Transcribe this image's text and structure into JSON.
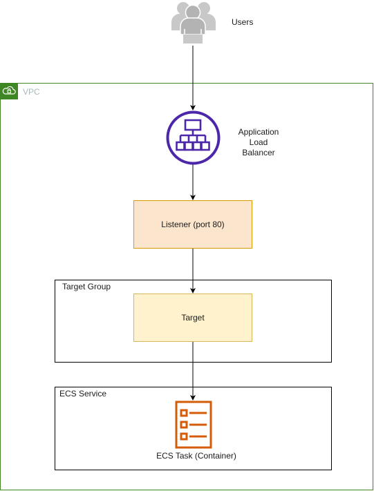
{
  "users": {
    "label": "Users",
    "icon": "users-icon"
  },
  "vpc": {
    "label": "VPC",
    "icon": "cloud-lock-icon",
    "color": "#3f8624"
  },
  "alb": {
    "label_line1": "Application",
    "label_line2": "Load Balancer",
    "icon": "application-load-balancer-icon",
    "color": "#4d27aa"
  },
  "listener": {
    "label": "Listener (port 80)",
    "fill": "#fce5cd",
    "stroke": "#d79b00"
  },
  "target_group": {
    "label": "Target Group"
  },
  "target": {
    "label": "Target",
    "fill": "#fff2cc",
    "stroke": "#d6b656"
  },
  "ecs_service": {
    "label": "ECS Service"
  },
  "ecs_task": {
    "label": "ECS Task (Container)",
    "icon": "ecs-task-icon",
    "color": "#d45b07"
  }
}
